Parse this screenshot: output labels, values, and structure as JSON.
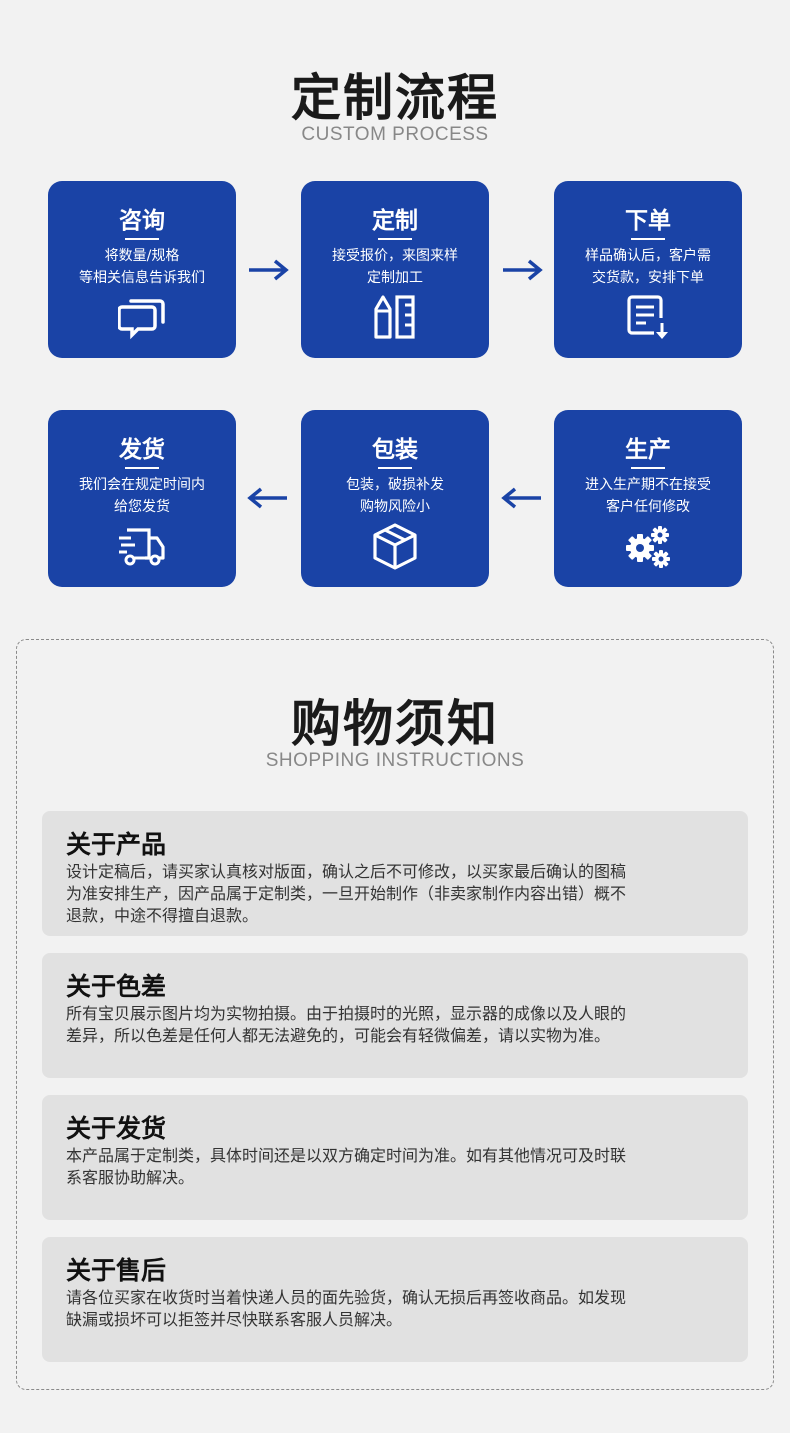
{
  "process": {
    "title": "定制流程",
    "subtitle": "CUSTOM PROCESS",
    "steps": [
      {
        "title": "咨询",
        "desc": "将数量/规格\n等相关信息告诉我们",
        "icon": "chat-icon"
      },
      {
        "title": "定制",
        "desc": "接受报价，来图来样\n定制加工",
        "icon": "design-tools-icon"
      },
      {
        "title": "下单",
        "desc": "样品确认后，客户需\n交货款，安排下单",
        "icon": "order-form-icon"
      },
      {
        "title": "发货",
        "desc": "我们会在规定时间内\n给您发货",
        "icon": "delivery-truck-icon"
      },
      {
        "title": "包装",
        "desc": "包装，破损补发\n购物风险小",
        "icon": "package-box-icon"
      },
      {
        "title": "生产",
        "desc": "进入生产期不在接受\n客户任何修改",
        "icon": "gears-icon"
      }
    ]
  },
  "shopping": {
    "title": "购物须知",
    "subtitle": "SHOPPING INSTRUCTIONS",
    "items": [
      {
        "title": "关于产品",
        "text": "设计定稿后，请买家认真核对版面，确认之后不可修改，以买家最后确认的图稿\n为准安排生产，因产品属于定制类，一旦开始制作（非卖家制作内容出错）概不\n退款，中途不得擅自退款。"
      },
      {
        "title": "关于色差",
        "text": "所有宝贝展示图片均为实物拍摄。由于拍摄时的光照，显示器的成像以及人眼的\n差异，所以色差是任何人都无法避免的，可能会有轻微偏差，请以实物为准。"
      },
      {
        "title": "关于发货",
        "text": "本产品属于定制类，具体时间还是以双方确定时间为准。如有其他情况可及时联\n系客服协助解决。"
      },
      {
        "title": "关于售后",
        "text": "请各位买家在收货时当着快递人员的面先验货，确认无损后再签收商品。如发现\n缺漏或损坏可以拒签并尽快联系客服人员解决。"
      }
    ]
  },
  "colors": {
    "card": "#1a43a6",
    "arrow": "#1a43a6",
    "background": "#f2f2f2",
    "notice": "#e1e1e1"
  }
}
